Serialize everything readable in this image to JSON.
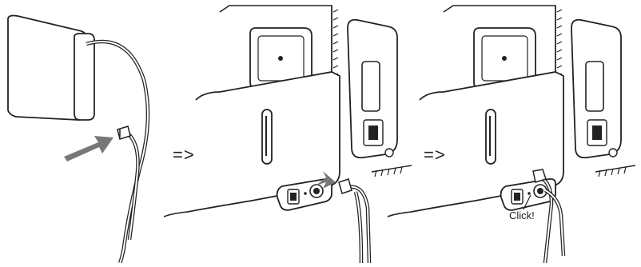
{
  "steps": {
    "arrow_1": "=>",
    "arrow_2": "=>"
  },
  "callouts": {
    "click": "Click!"
  },
  "illustrations": [
    {
      "name": "cuff-with-hose",
      "icon": "bp-cuff-icon"
    },
    {
      "name": "device-port-before",
      "icon": "monitor-side-panel-icon"
    },
    {
      "name": "device-port-after",
      "icon": "monitor-side-panel-icon"
    }
  ],
  "colors": {
    "line": "#222222",
    "arrow_fill": "#777777",
    "panel_fill": "#ffffff"
  }
}
